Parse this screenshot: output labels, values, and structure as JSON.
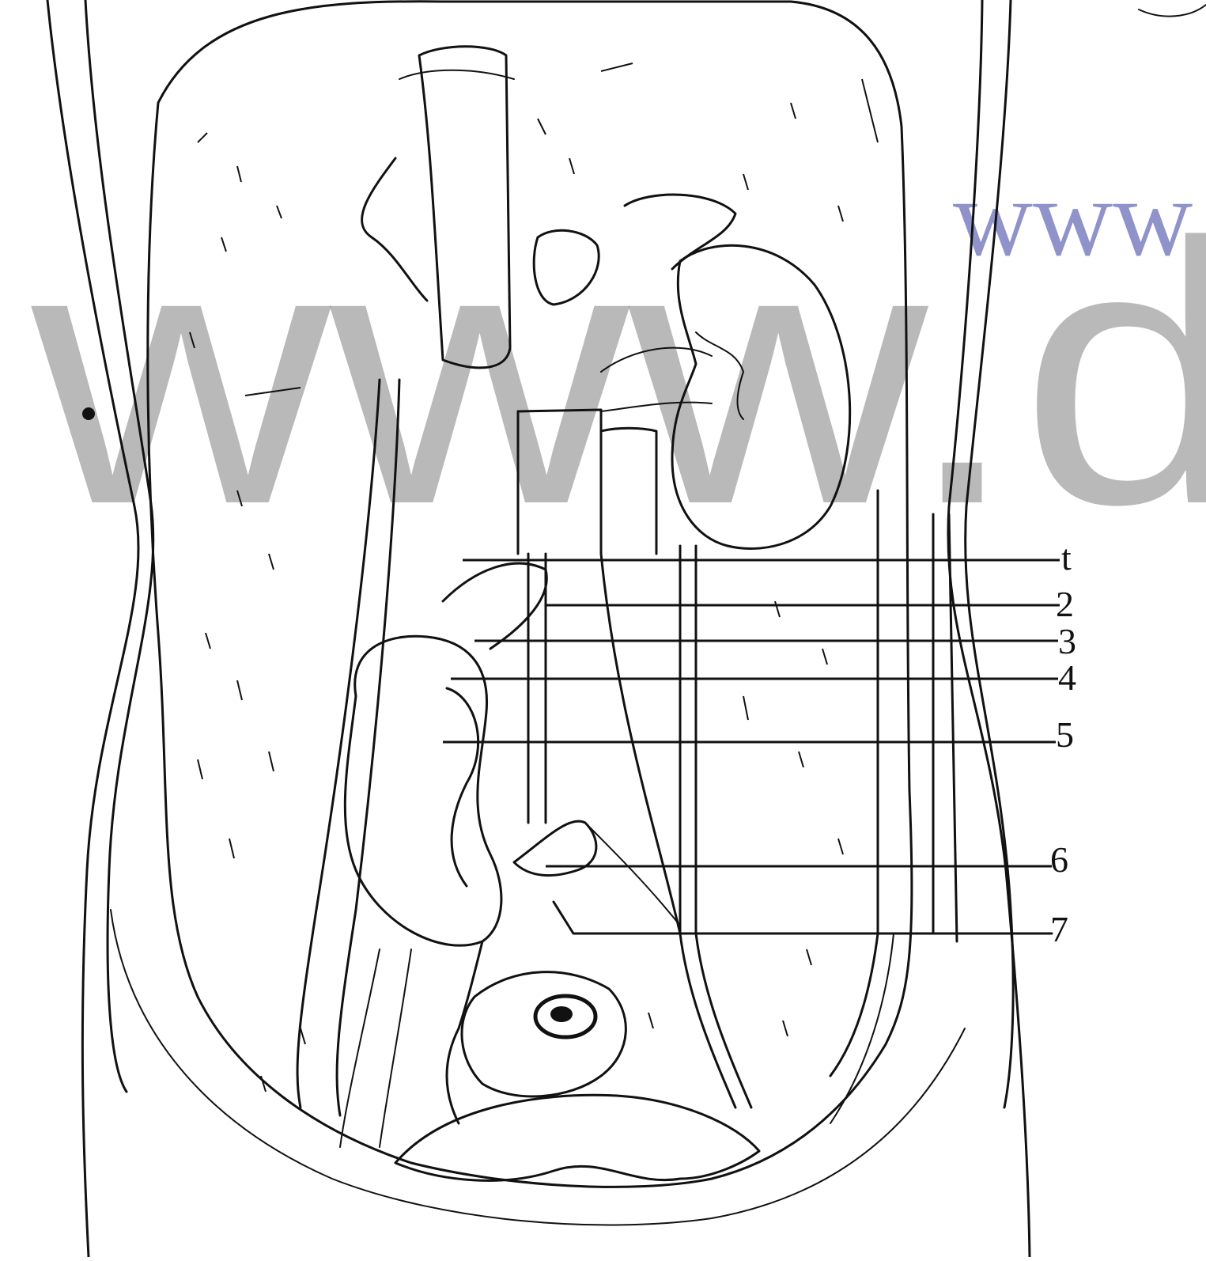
{
  "figure": {
    "watermark_large": "www.d",
    "watermark_small": "www",
    "labels": [
      "t",
      "2",
      "3",
      "4",
      "5",
      "6",
      "7"
    ],
    "line_color": "#111111",
    "watermark_gray": "#7f7f7f",
    "watermark_blue": "#6a6fb8"
  }
}
